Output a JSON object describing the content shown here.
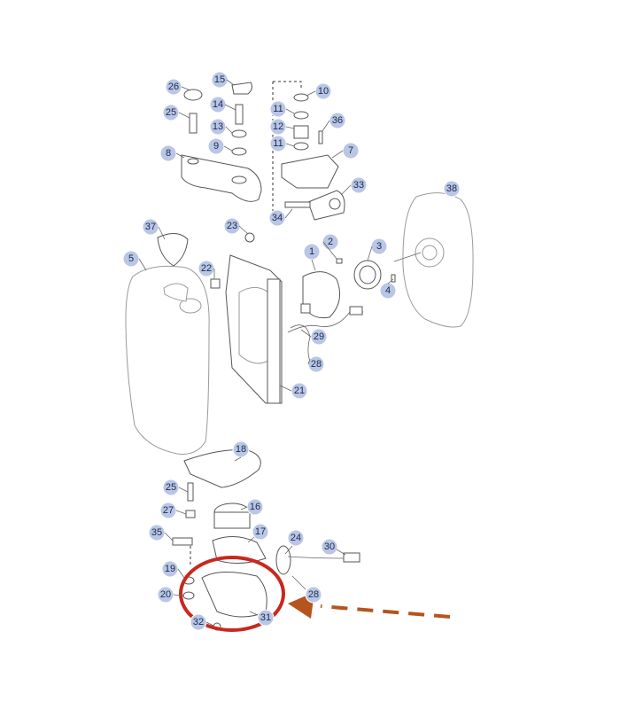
{
  "diagram": {
    "highlight_color": "#c8281e",
    "arrow_color": "#b5541e",
    "callout_color": "#b9c6e6",
    "callouts": [
      {
        "id": "c26",
        "label": "26"
      },
      {
        "id": "c15",
        "label": "15"
      },
      {
        "id": "c10",
        "label": "10"
      },
      {
        "id": "c25a",
        "label": "25"
      },
      {
        "id": "c14",
        "label": "14"
      },
      {
        "id": "c11a",
        "label": "11"
      },
      {
        "id": "c36",
        "label": "36"
      },
      {
        "id": "c13",
        "label": "13"
      },
      {
        "id": "c12",
        "label": "12"
      },
      {
        "id": "c9",
        "label": "9"
      },
      {
        "id": "c11b",
        "label": "11"
      },
      {
        "id": "c8",
        "label": "8"
      },
      {
        "id": "c7",
        "label": "7"
      },
      {
        "id": "c33",
        "label": "33"
      },
      {
        "id": "c38",
        "label": "38"
      },
      {
        "id": "c23",
        "label": "23"
      },
      {
        "id": "c34",
        "label": "34"
      },
      {
        "id": "c37",
        "label": "37"
      },
      {
        "id": "c2",
        "label": "2"
      },
      {
        "id": "c1",
        "label": "1"
      },
      {
        "id": "c3",
        "label": "3"
      },
      {
        "id": "c5",
        "label": "5"
      },
      {
        "id": "c22",
        "label": "22"
      },
      {
        "id": "c4",
        "label": "4"
      },
      {
        "id": "c29",
        "label": "29"
      },
      {
        "id": "c28a",
        "label": "28"
      },
      {
        "id": "c21",
        "label": "21"
      },
      {
        "id": "c18",
        "label": "18"
      },
      {
        "id": "c25b",
        "label": "25"
      },
      {
        "id": "c16",
        "label": "16"
      },
      {
        "id": "c27",
        "label": "27"
      },
      {
        "id": "c35",
        "label": "35"
      },
      {
        "id": "c17",
        "label": "17"
      },
      {
        "id": "c24",
        "label": "24"
      },
      {
        "id": "c30",
        "label": "30"
      },
      {
        "id": "c19",
        "label": "19"
      },
      {
        "id": "c28b",
        "label": "28"
      },
      {
        "id": "c20",
        "label": "20"
      },
      {
        "id": "c32",
        "label": "32"
      },
      {
        "id": "c31",
        "label": "31"
      }
    ]
  }
}
